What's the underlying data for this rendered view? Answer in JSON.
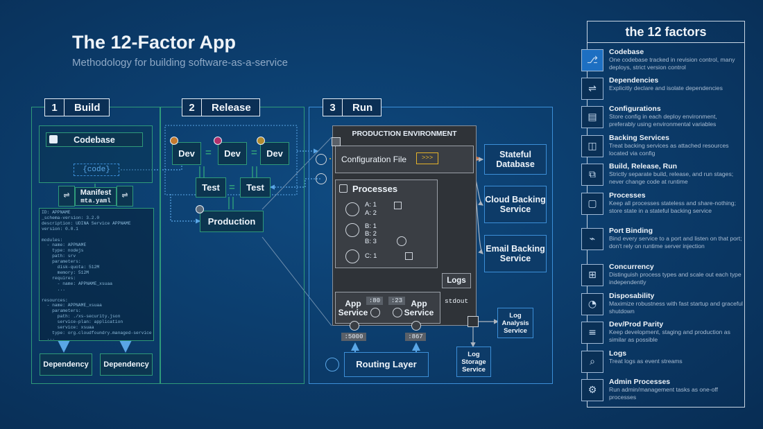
{
  "header": {
    "title": "The 12-Factor App",
    "subtitle": "Methodology for building software-as-a-service"
  },
  "build": {
    "num": "1",
    "label": "Build",
    "codebase": "Codebase",
    "code_tag": "{code}",
    "manifest_title": "Manifest",
    "manifest_file": "mta.yaml",
    "yaml": "ID: APPNAME\n_schema-version: 3.2.0\ndescription: UDINA Service APPNAME\nversion: 0.0.1\n\nmodules:\n  - name: APPNAME\n    type: nodejs\n    path: srv\n    parameters:\n      disk-quota: 512M\n      memory: 512M\n    requires:\n      - name: APPNAME_xsuaa\n      ...\n\nresources:\n  - name: APPNAME_xsuaa\n    parameters:\n      path: ./xs-security.json\n      service-plan: application\n      service: xsuaa\n    type: org.cloudfoundry.managed-service\n  ...",
    "dependency_1": "Dependency",
    "dependency_2": "Dependency"
  },
  "release": {
    "num": "2",
    "label": "Release",
    "dev_1": "Dev",
    "dev_2": "Dev",
    "dev_3": "Dev",
    "eq_1": "=",
    "eq_2": "=",
    "eq_3": "=",
    "test_1": "Test",
    "test_2": "Test",
    "production": "Production"
  },
  "run": {
    "num": "3",
    "label": "Run",
    "production_env": "PRODUCTION  ENVIRONMENT",
    "config_file": "Configuration File",
    "config_arrows": ">>>",
    "processes": "Processes",
    "proc_a1": "A: 1",
    "proc_a2": "A: 2",
    "proc_b1": "B: 1",
    "proc_b2": "B: 2",
    "proc_b3": "B: 3",
    "proc_c1": "C: 1",
    "logs": "Logs",
    "stdout": "stdout",
    "app_service_1": "App Service",
    "app_service_2": "App Service",
    "port_80": ":80",
    "port_23": ":23",
    "port_5000": ":5000",
    "port_867": ":867",
    "routing_layer": "Routing Layer",
    "stateful_db": "Stateful Database",
    "cloud_backing": "Cloud Backing Service",
    "email_backing": "Email Backing Service",
    "log_analysis": "Log Analysis Service",
    "log_storage": "Log Storage Service"
  },
  "factors": {
    "title": "the 12 factors",
    "items": [
      {
        "title": "Codebase",
        "desc": "One codebase tracked in revision control, many deploys, strict version control",
        "icon": "git-icon"
      },
      {
        "title": "Dependencies",
        "desc": "Explicitly declare and isolate dependencies",
        "icon": "share-icon"
      },
      {
        "title": "Configurations",
        "desc": "Store config in each deploy environment, preferably using environmental variables",
        "icon": "file-icon"
      },
      {
        "title": "Backing  Services",
        "desc": "Treat backing services as attached resources located via config",
        "icon": "database-icon"
      },
      {
        "title": "Build,  Release,  Run",
        "desc": "Strictly separate build, release, and run stages; never change code at runtime",
        "icon": "stages-icon"
      },
      {
        "title": "Processes",
        "desc": "Keep all processes stateless and share-nothing; store state in a stateful backing service",
        "icon": "process-icon"
      },
      {
        "title": "Port Binding",
        "desc": "Bind every service to a port and listen on that port; don't rely on runtime server injection",
        "icon": "plug-icon"
      },
      {
        "title": "Concurrency",
        "desc": "Distinguish process types and scale out each type independently",
        "icon": "scale-icon"
      },
      {
        "title": "Disposability",
        "desc": "Maximize robustness with fast startup and graceful shutdown",
        "icon": "clock-icon"
      },
      {
        "title": "Dev/Prod Parity",
        "desc": "Keep development, staging and production as similar as possible",
        "icon": "parity-icon"
      },
      {
        "title": "Logs",
        "desc": "Treat logs as event streams",
        "icon": "log-icon"
      },
      {
        "title": "Admin Processes",
        "desc": "Run admin/management tasks as one-off processes",
        "icon": "gear-icon"
      }
    ]
  },
  "colors": {
    "build_border": "#2f9a7a",
    "run_border": "#3c8fd8",
    "orange": "#d2703a",
    "yellow": "#e6b42a"
  }
}
